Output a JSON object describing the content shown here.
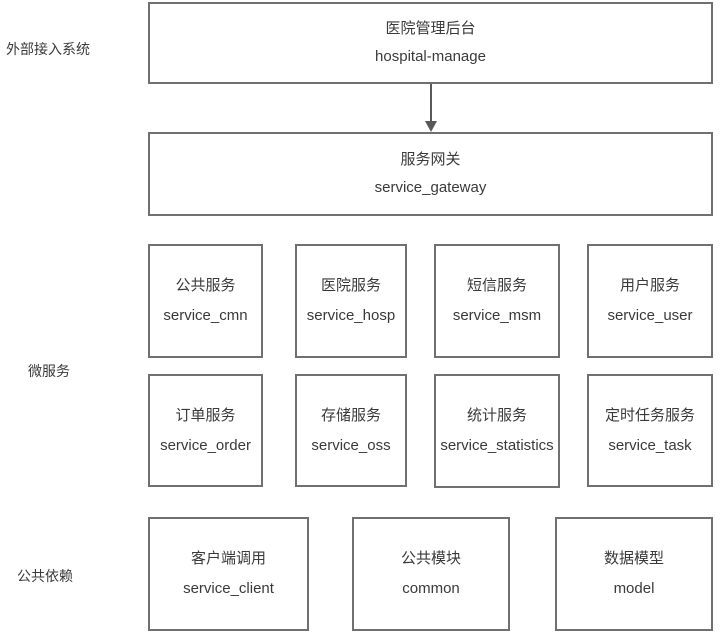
{
  "colors": {
    "background": "#ffffff",
    "box_border": "#707070",
    "text": "#3a3a3a",
    "arrow": "#595959"
  },
  "sections": {
    "external": {
      "label": "外部接入系统"
    },
    "microservices": {
      "label": "微服务"
    },
    "dependencies": {
      "label": "公共依赖"
    }
  },
  "nodes": {
    "hospital_manage": {
      "title": "医院管理后台",
      "code": "hospital-manage"
    },
    "service_gateway": {
      "title": "服务网关",
      "code": "service_gateway"
    },
    "service_cmn": {
      "title": "公共服务",
      "code": "service_cmn"
    },
    "service_hosp": {
      "title": "医院服务",
      "code": "service_hosp"
    },
    "service_msm": {
      "title": "短信服务",
      "code": "service_msm"
    },
    "service_user": {
      "title": "用户服务",
      "code": "service_user"
    },
    "service_order": {
      "title": "订单服务",
      "code": "service_order"
    },
    "service_oss": {
      "title": "存储服务",
      "code": "service_oss"
    },
    "service_statistics": {
      "title": "统计服务",
      "code": "service_statistics"
    },
    "service_task": {
      "title": "定时任务服务",
      "code": "service_task"
    },
    "service_client": {
      "title": "客户端调用",
      "code": "service_client"
    },
    "common": {
      "title": "公共模块",
      "code": "common"
    },
    "model": {
      "title": "数据模型",
      "code": "model"
    }
  }
}
